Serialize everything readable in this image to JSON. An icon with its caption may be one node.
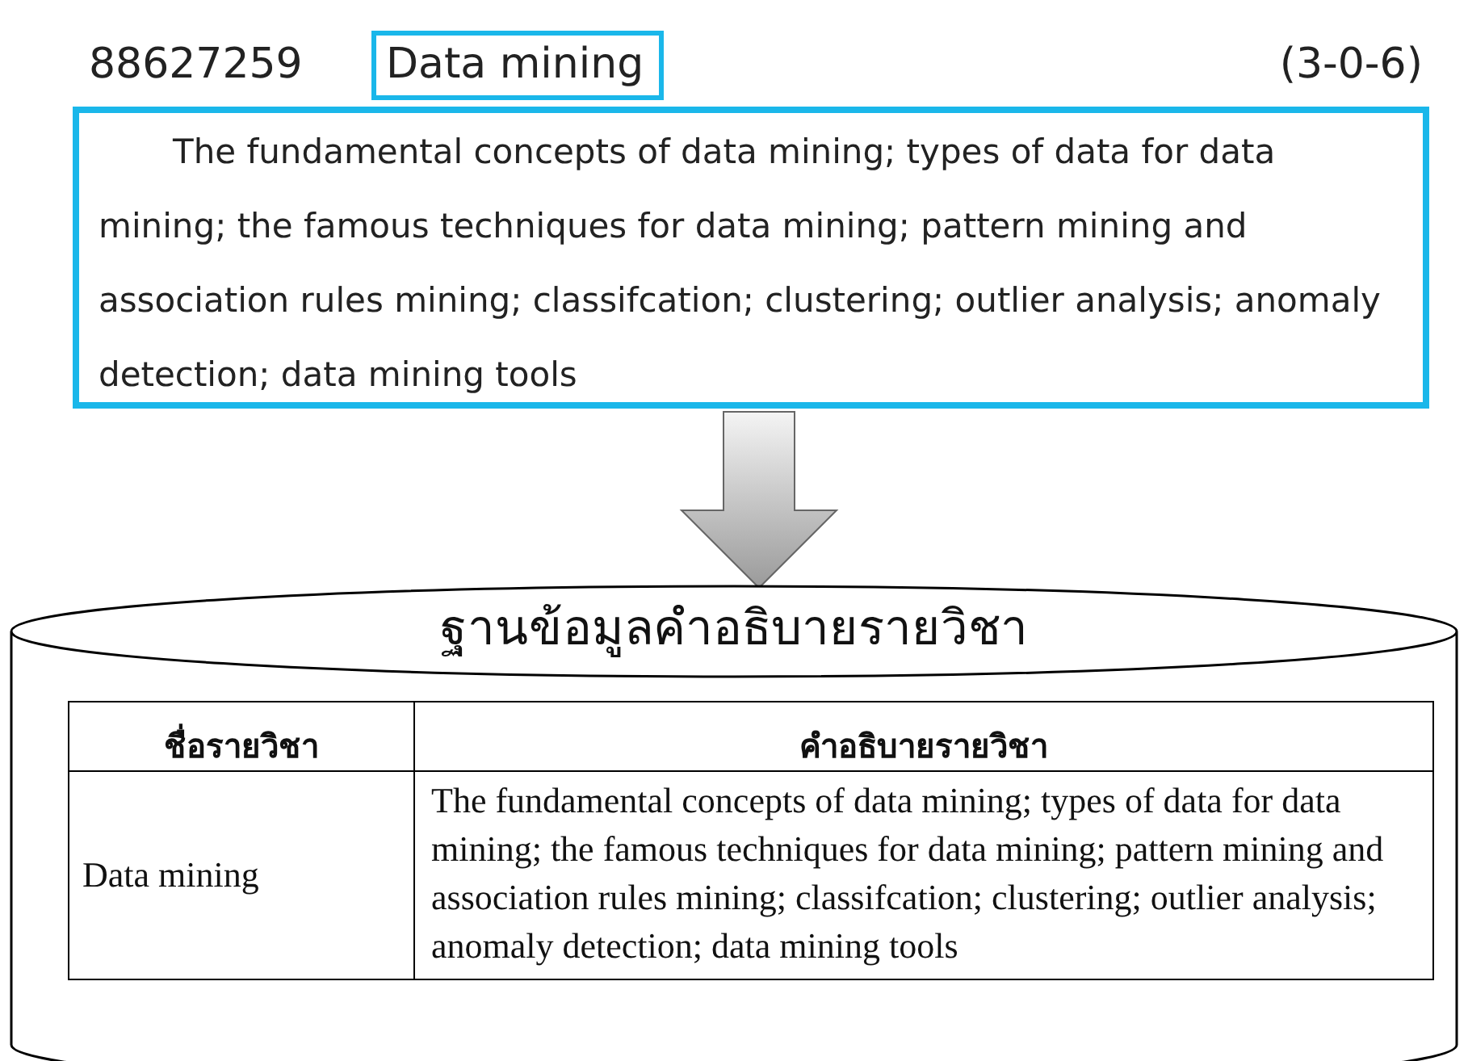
{
  "diagram": {
    "nodes": [
      {
        "text": [
          "Data mining"
        ]
      },
      {
        "text": [
          "The fundamental concepts of data mining; types of data for data mining; the famous techniques for data mining; pattern mining and association rules mining; classifcation; clustering; outlier analysis; anomaly detection; data mining tools"
        ]
      },
      {
        "text": [
          "ฐานข้อมูลคำอธิบายรายวิชา"
        ]
      }
    ],
    "edges": [
      {
        "from": 1,
        "to": 2,
        "arrow": "to"
      }
    ],
    "labels": [
      "88627259",
      "(3-0-6)",
      "ชื่อรายวิชา",
      "คำอธิบายรายวิชา",
      "Data mining",
      "The fundamental concepts of data mining; types of data for data mining; the famous techniques for data mining; pattern mining and association rules mining; classifcation; clustering; outlier analysis; anomaly detection; data mining tools"
    ]
  }
}
